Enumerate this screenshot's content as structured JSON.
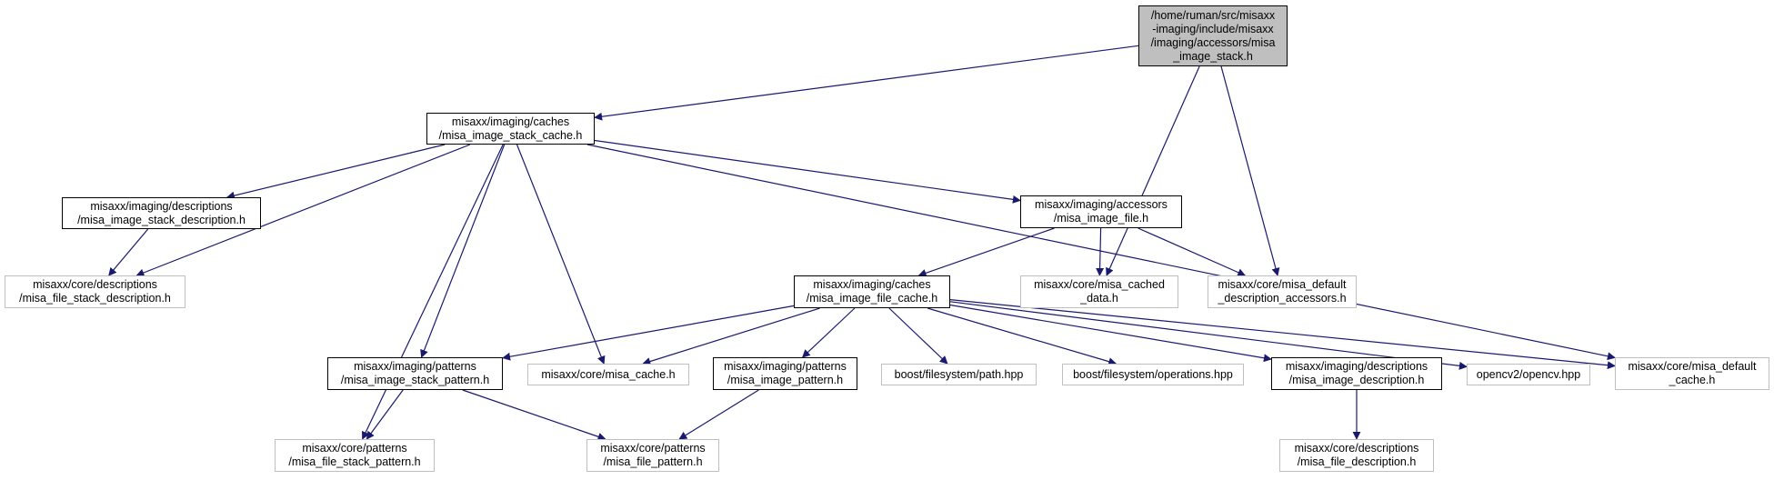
{
  "colors": {
    "edge": "#191970",
    "root_fill": "#bfbfbf",
    "external_border": "#bfbfbf",
    "local_border": "#000000"
  },
  "nodes": [
    {
      "id": "root",
      "kind": "root",
      "lines": [
        "/home/ruman/src/misaxx",
        "-imaging/include/misaxx",
        "/imaging/accessors/misa",
        "_image_stack.h"
      ]
    },
    {
      "id": "stack_cache",
      "kind": "local",
      "lines": [
        "misaxx/imaging/caches",
        "/misa_image_stack_cache.h"
      ]
    },
    {
      "id": "stack_desc",
      "kind": "local",
      "lines": [
        "misaxx/imaging/descriptions",
        "/misa_image_stack_description.h"
      ]
    },
    {
      "id": "image_file",
      "kind": "local",
      "lines": [
        "misaxx/imaging/accessors",
        "/misa_image_file.h"
      ]
    },
    {
      "id": "file_stack_desc",
      "kind": "external",
      "lines": [
        "misaxx/core/descriptions",
        "/misa_file_stack_description.h"
      ]
    },
    {
      "id": "cached_data",
      "kind": "external",
      "lines": [
        "misaxx/core/misa_cached",
        "_data.h"
      ]
    },
    {
      "id": "default_desc_acc",
      "kind": "external",
      "lines": [
        "misaxx/core/misa_default",
        "_description_accessors.h"
      ]
    },
    {
      "id": "file_cache",
      "kind": "local",
      "lines": [
        "misaxx/imaging/caches",
        "/misa_image_file_cache.h"
      ]
    },
    {
      "id": "stack_pattern",
      "kind": "local",
      "lines": [
        "misaxx/imaging/patterns",
        "/misa_image_stack_pattern.h"
      ]
    },
    {
      "id": "misa_cache",
      "kind": "external",
      "lines": [
        "misaxx/core/misa_cache.h"
      ]
    },
    {
      "id": "image_pattern",
      "kind": "local",
      "lines": [
        "misaxx/imaging/patterns",
        "/misa_image_pattern.h"
      ]
    },
    {
      "id": "bfs_path",
      "kind": "external",
      "lines": [
        "boost/filesystem/path.hpp"
      ]
    },
    {
      "id": "bfs_ops",
      "kind": "external",
      "lines": [
        "boost/filesystem/operations.hpp"
      ]
    },
    {
      "id": "image_desc",
      "kind": "local",
      "lines": [
        "misaxx/imaging/descriptions",
        "/misa_image_description.h"
      ]
    },
    {
      "id": "opencv",
      "kind": "external",
      "lines": [
        "opencv2/opencv.hpp"
      ]
    },
    {
      "id": "default_cache",
      "kind": "external",
      "lines": [
        "misaxx/core/misa_default",
        "_cache.h"
      ]
    },
    {
      "id": "file_stack_pattern",
      "kind": "external",
      "lines": [
        "misaxx/core/patterns",
        "/misa_file_stack_pattern.h"
      ]
    },
    {
      "id": "file_pattern",
      "kind": "external",
      "lines": [
        "misaxx/core/patterns",
        "/misa_file_pattern.h"
      ]
    },
    {
      "id": "file_desc",
      "kind": "external",
      "lines": [
        "misaxx/core/descriptions",
        "/misa_file_description.h"
      ]
    }
  ],
  "edges": [
    [
      "root",
      "stack_cache"
    ],
    [
      "root",
      "cached_data"
    ],
    [
      "root",
      "default_desc_acc"
    ],
    [
      "stack_cache",
      "file_stack_desc"
    ],
    [
      "stack_cache",
      "stack_desc"
    ],
    [
      "stack_cache",
      "image_file"
    ],
    [
      "stack_cache",
      "stack_pattern"
    ],
    [
      "stack_cache",
      "file_stack_pattern"
    ],
    [
      "stack_cache",
      "misa_cache"
    ],
    [
      "stack_cache",
      "default_cache"
    ],
    [
      "stack_desc",
      "file_stack_desc"
    ],
    [
      "image_file",
      "file_cache"
    ],
    [
      "image_file",
      "cached_data"
    ],
    [
      "image_file",
      "default_desc_acc"
    ],
    [
      "file_cache",
      "stack_pattern"
    ],
    [
      "file_cache",
      "misa_cache"
    ],
    [
      "file_cache",
      "image_pattern"
    ],
    [
      "file_cache",
      "bfs_path"
    ],
    [
      "file_cache",
      "bfs_ops"
    ],
    [
      "file_cache",
      "image_desc"
    ],
    [
      "file_cache",
      "opencv"
    ],
    [
      "file_cache",
      "default_cache"
    ],
    [
      "stack_pattern",
      "file_stack_pattern"
    ],
    [
      "stack_pattern",
      "file_pattern"
    ],
    [
      "image_pattern",
      "file_pattern"
    ],
    [
      "image_desc",
      "file_desc"
    ]
  ]
}
